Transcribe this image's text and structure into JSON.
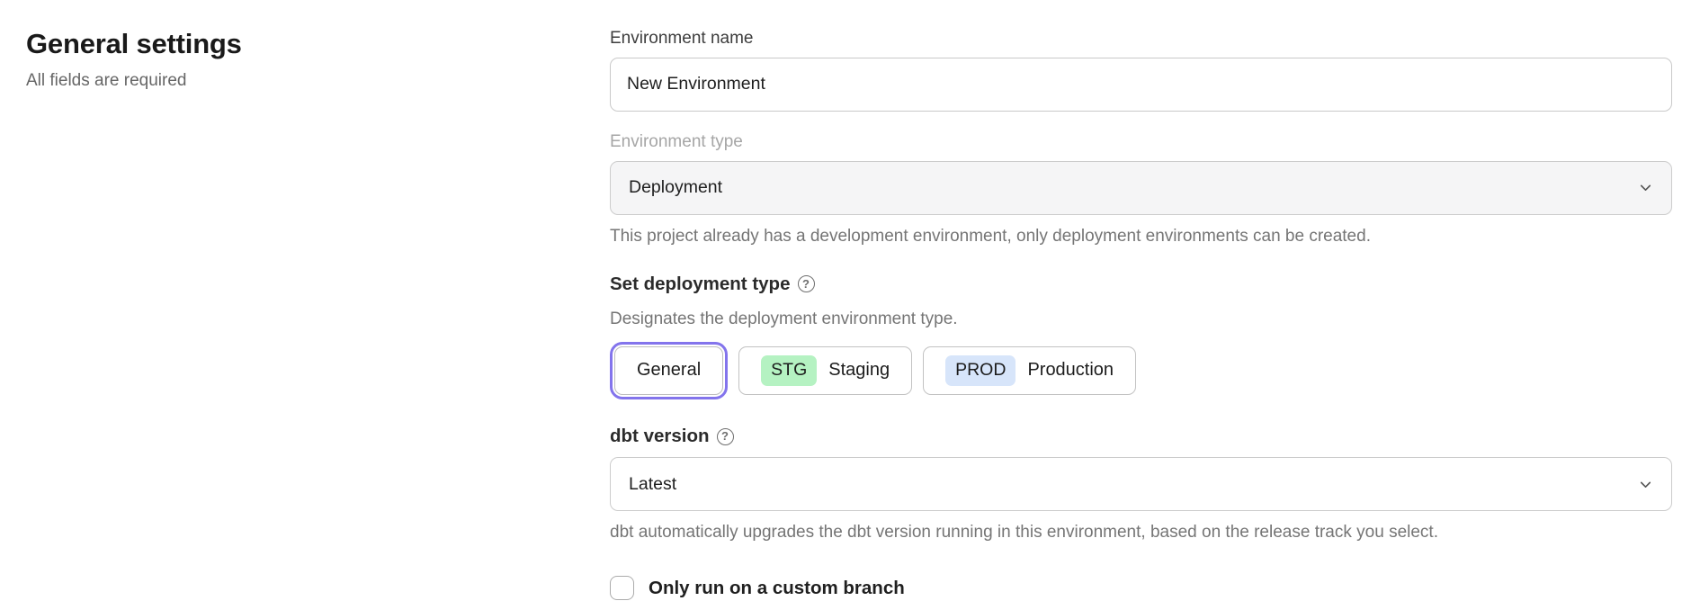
{
  "page": {
    "title": "General settings",
    "subtitle": "All fields are required"
  },
  "form": {
    "environment_name": {
      "label": "Environment name",
      "value": "New Environment"
    },
    "environment_type": {
      "label": "Environment type",
      "value": "Deployment",
      "disabled": true,
      "helper": "This project already has a development environment, only deployment environments can be created."
    },
    "deployment_type": {
      "label": "Set deployment type",
      "helper": "Designates the deployment environment type.",
      "options": [
        {
          "label": "General",
          "selected": true
        },
        {
          "badge": "STG",
          "label": "Staging",
          "badge_color": "#b5f2c2",
          "selected": false
        },
        {
          "badge": "PROD",
          "label": "Production",
          "badge_color": "#d7e5fa",
          "selected": false
        }
      ]
    },
    "dbt_version": {
      "label": "dbt version",
      "value": "Latest",
      "helper": "dbt automatically upgrades the dbt version running in this environment, based on the release track you select."
    },
    "custom_branch": {
      "label": "Only run on a custom branch",
      "checked": false
    }
  },
  "icons": {
    "help": "?",
    "chevron_down": "chevron-down"
  },
  "colors": {
    "selected_ring": "#8374ec",
    "stg_badge_bg": "#b5f2c2",
    "prod_badge_bg": "#d7e5fa",
    "disabled_field_bg": "#f5f5f6",
    "helper_text": "#757575"
  }
}
